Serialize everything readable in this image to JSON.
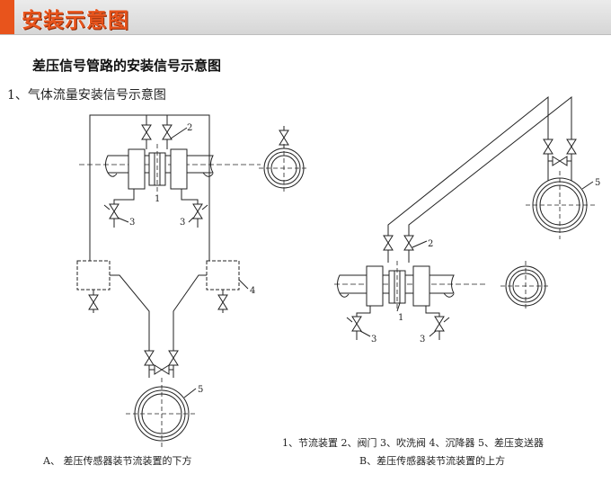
{
  "header": {
    "title": "安装示意图"
  },
  "subtitle": "差压信号管路的安装信号示意图",
  "section_label": "1、气体流量安装信号示意图",
  "diagram_a": {
    "labels": {
      "orifice": "1",
      "valve_top": "2",
      "valve_bl": "3",
      "valve_br": "3",
      "settler": "4",
      "transmitter": "5"
    },
    "caption": "A、 差压传感器装节流装置的下方"
  },
  "diagram_b": {
    "labels": {
      "orifice": "1",
      "valve": "2",
      "valve_bl": "3",
      "valve_br": "3",
      "transmitter": "5"
    },
    "caption": "B、差压传感器装节流装置的上方"
  },
  "legend": "1、节流装置 2、阀门 3、吹洗阀 4、沉降器 5、差压变送器",
  "colors": {
    "accent": "#e8541c",
    "line": "#222222"
  }
}
